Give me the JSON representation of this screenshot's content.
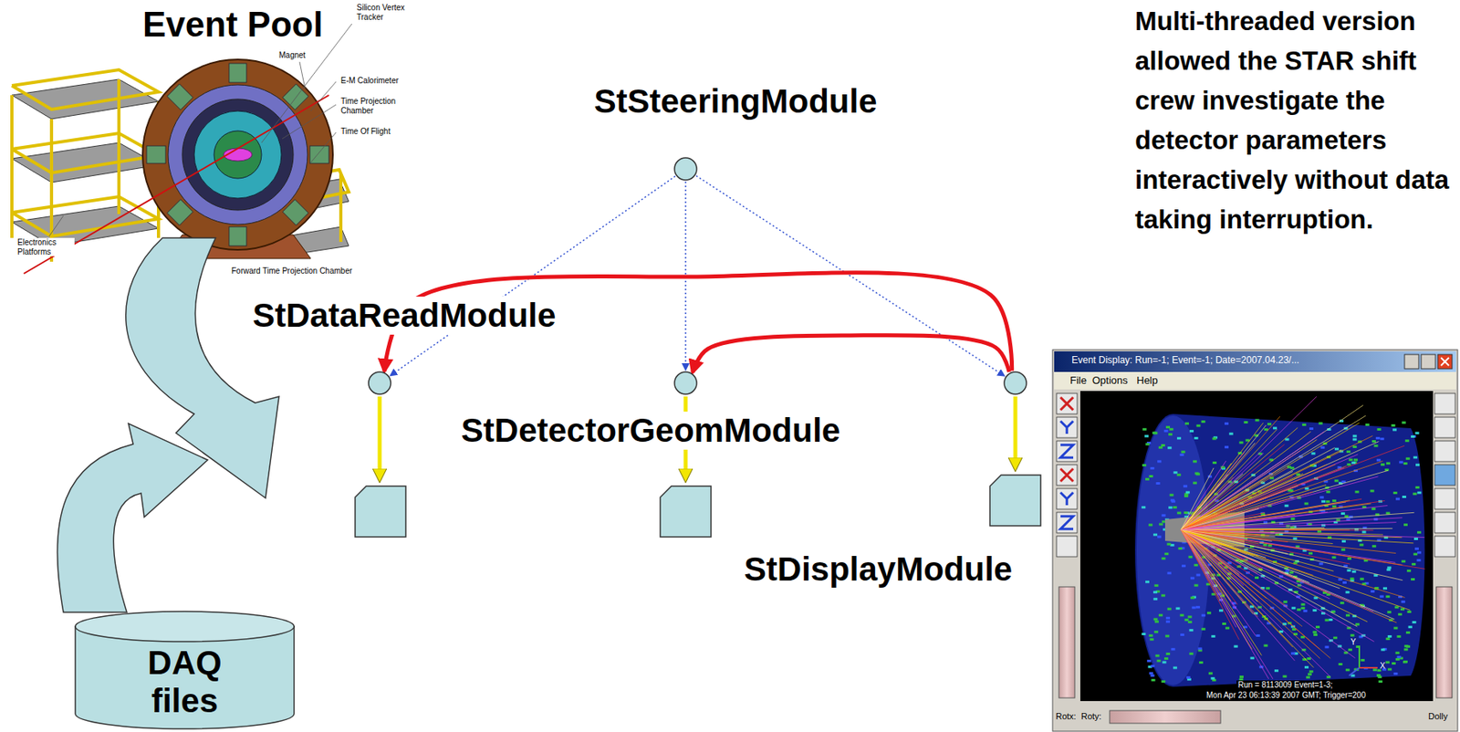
{
  "diagram": {
    "nodes": [
      {
        "text": [
          "StSteeringModule"
        ]
      },
      {
        "text": [
          "StDataReadModule"
        ]
      },
      {
        "text": [
          "StDetectorGeomModule"
        ]
      },
      {
        "text": [
          "StDisplayModule"
        ]
      },
      {
        "text": [
          "DAQ files"
        ]
      }
    ],
    "edges": [
      {
        "from": 0,
        "to": 1,
        "arrow": "to"
      },
      {
        "from": 0,
        "to": 2,
        "arrow": "to"
      },
      {
        "from": 0,
        "to": 3,
        "arrow": "to"
      },
      {
        "from": 3,
        "to": 1,
        "arrow": "to"
      },
      {
        "from": 3,
        "to": 2,
        "arrow": "to"
      }
    ],
    "labels": [
      "Event Pool",
      "Multi-threaded version allowed the STAR shift crew investigate the detector parameters interactively without data taking interruption.",
      "Silicon Vertex Tracker",
      "Magnet",
      "E-M Calorimeter",
      "Time Projection Chamber",
      "Time Of Flight",
      "Electronics Platforms",
      "Forward Time Projection Chamber",
      "Event Display: Run=-1; Event=-1; Date=2007.04.23/...",
      "File",
      "Options",
      "Help",
      "Run = 8113009 Event=1-3;",
      "Mon Apr 23 06:13:39 2007 GMT; Trigger=200",
      "Rotx:",
      "Roty:",
      "Dolly",
      "Y",
      "X"
    ]
  }
}
